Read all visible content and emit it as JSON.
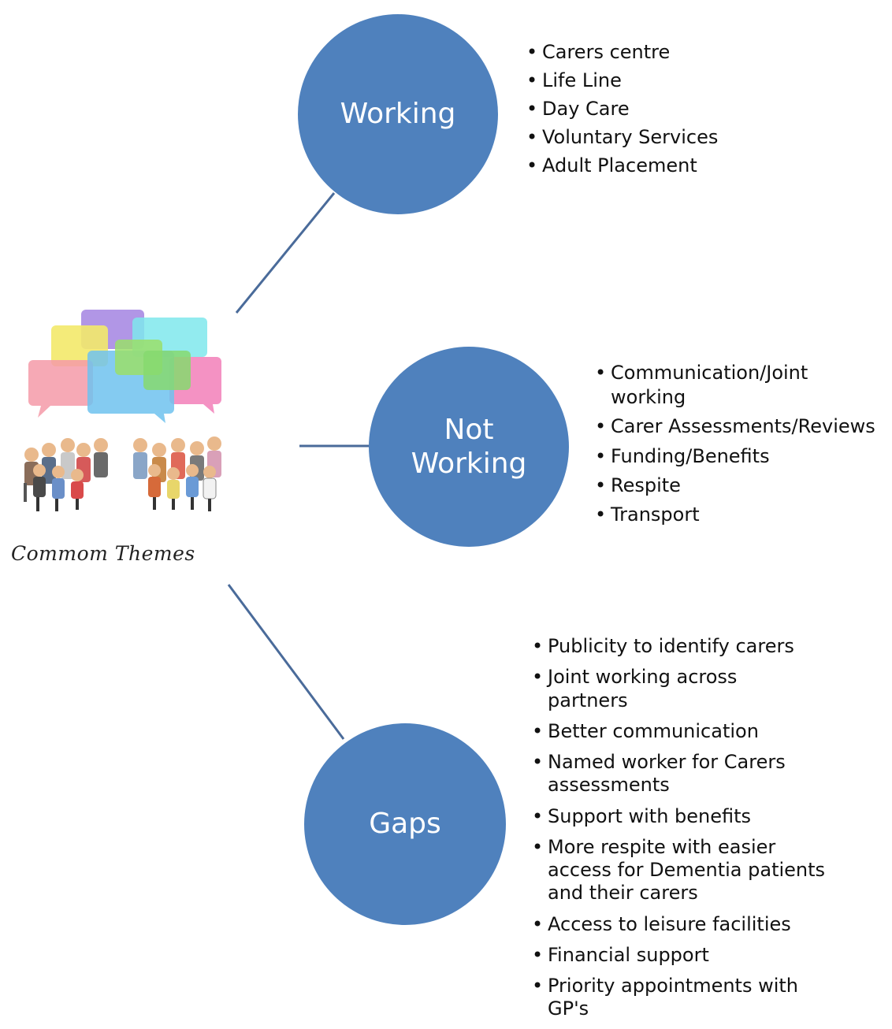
{
  "hub": {
    "label": "Commom Themes"
  },
  "colors": {
    "node_fill": "#4f81bd",
    "connector": "#4a6b9a",
    "text": "#111111"
  },
  "nodes": [
    {
      "title": [
        "Working"
      ],
      "items": [
        "Carers centre",
        "Life Line",
        "Day Care",
        "Voluntary Services",
        "Adult Placement"
      ]
    },
    {
      "title": [
        "Not",
        "Working"
      ],
      "items": [
        "Communication/Joint working",
        "Carer Assessments/Reviews",
        "Funding/Benefits",
        "Respite",
        "Transport"
      ]
    },
    {
      "title": [
        "Gaps"
      ],
      "items": [
        "Publicity to identify carers",
        "Joint working across partners",
        "Better communication",
        "Named worker for Carers assessments",
        "Support with benefits",
        "More respite with easier access for Dementia patients and their carers",
        "Access to leisure facilities",
        "Financial support",
        "Priority appointments with GP's"
      ]
    }
  ]
}
